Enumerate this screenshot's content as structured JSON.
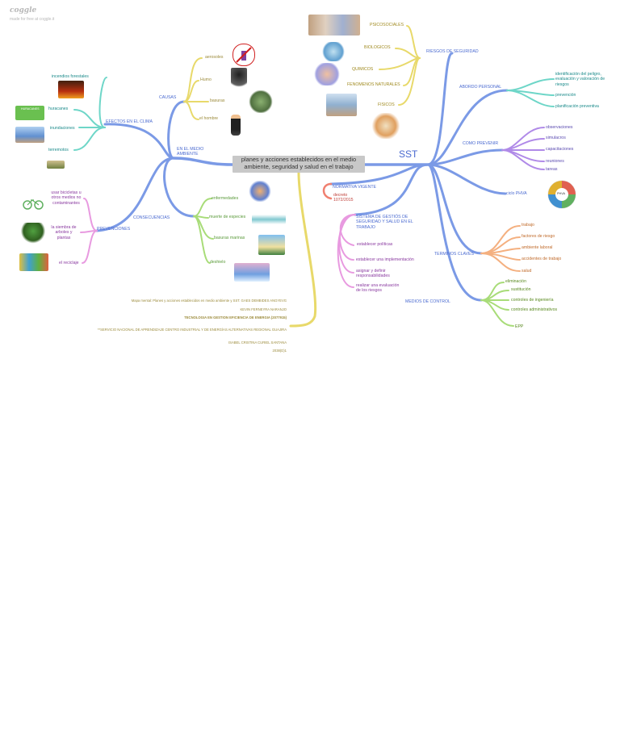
{
  "brand": {
    "logo": "coggle",
    "tagline": "made for free at coggle.it"
  },
  "central": {
    "title": "planes y acciones establecidos en el medio ambiente, seguridad y salud en el trabajo"
  },
  "sst": {
    "label": "SST"
  },
  "left": {
    "ambiente": "EN EL MEDIO AMBIENTE",
    "efectos": "EFECTOS EN EL CLIMA",
    "efectos_items": [
      "incendios forestales",
      "huracanes",
      "inundaciones",
      "terremotos"
    ],
    "causas": "CAUSAS",
    "causas_items": [
      "aerosoles",
      "Humo",
      "basuras",
      "el hombre"
    ],
    "consecuencias": "CONSECUENCIAS",
    "consecuencias_items": [
      "enfermedades",
      "muerte de especies",
      "basuras marinas",
      "deshielo"
    ],
    "prevenciones": "PREVENCIONES",
    "prevenciones_items": [
      "usar bicicletas u otros medios no contaminantes",
      "la siembra de arboles y plantas",
      "el reciclaje"
    ],
    "image_labels": {
      "huracanes": "HURACANES"
    }
  },
  "right": {
    "riesgos": "RIESGOS DE SEGURIDAD",
    "riesgos_items": [
      "PSICOSOCIALES",
      "BIOLOGICOS",
      "QUIMICOS",
      "FENOMENOS NATURALES",
      "FISICOS"
    ],
    "abordo": "ABORDO PERSONAL",
    "abordo_items": [
      "identificación del peligro, evaluación y valoración de riesgos",
      "prevención",
      "planificación preventiva"
    ],
    "como": "COMO PREVENIR",
    "como_items": [
      "observaciones",
      "simulacros",
      "capacitaciones",
      "reuniones",
      "tareas"
    ],
    "ciclo": "ciclo PHVA",
    "ciclo_image_label": "PHVA",
    "normativa": "NORMATIVA VIGENTE",
    "normativa_item": "decreto 1072/2015",
    "sistema": "SISTEMA DE GESTIÓS DE SEGURIDAD Y SALUD EN EL TRABAJO",
    "sistema_items": [
      "establecer políticas",
      "establecer una implementación",
      "asignar y definir responsabilidades",
      "realizar una evaluación de los riesgos"
    ],
    "terminos": "TERMINOS CLAVES",
    "terminos_items": [
      "trabajo",
      "factores de riesgo",
      "ambiente laboral",
      "accidentes de trabajo",
      "salud"
    ],
    "medios": "MEDIOS DE CONTROL",
    "medios_items": [
      "eliminación",
      "sustitución",
      "controles de ingeniería",
      "controles administrativos",
      "EPP"
    ]
  },
  "credits": [
    "Mapa mental: Planes y acciones establecidos en medio ambiente y SST. GAES DEMBIDES ANGYEVG",
    "KEVIN FERNEYRA NARANJO",
    "TECNOLOGIA EN GESTION EFICIENCIA DE ENERGIA (2077915)",
    "**SERVICIO NACIONAL DE APRENDIZAJE CENTRO INDUSTRIAL Y DE ENERGÍAS ALTERNATIVAS REGIONAL GUAJIRA",
    "ISABEL CRISTINA CURIEL SANTANA",
    "2038(D)1"
  ],
  "colors": {
    "blue": "#7b9ae6",
    "teal": "#6ed6c8",
    "olive": "#e8d96a",
    "green": "#a8dc78",
    "pink": "#e89ae0",
    "red": "#f08070",
    "orange": "#f4b080",
    "purple": "#b08ae8"
  }
}
